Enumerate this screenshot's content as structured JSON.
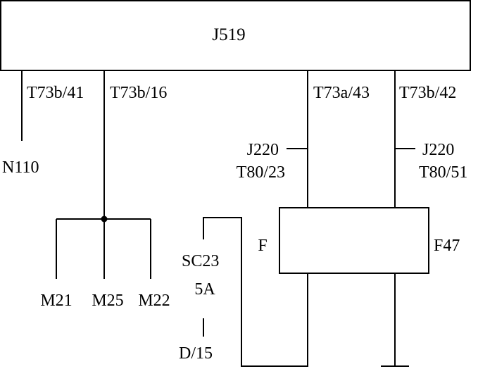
{
  "modules": {
    "j519": "J519",
    "f47_box": "F",
    "f47": "F47"
  },
  "pins": {
    "t73b_41": "T73b/41",
    "t73b_16": "T73b/16",
    "t73a_43": "T73a/43",
    "t73b_42": "T73b/42",
    "j220_left": "J220",
    "t80_23": "T80/23",
    "j220_right": "J220",
    "t80_51": "T80/51"
  },
  "components": {
    "n110": "N110",
    "m21": "M21",
    "m25": "M25",
    "m22": "M22",
    "sc23": "SC23",
    "fuse_rating": "5A",
    "d15": "D/15"
  },
  "colors": {
    "line": "#000000",
    "background": "#ffffff"
  }
}
